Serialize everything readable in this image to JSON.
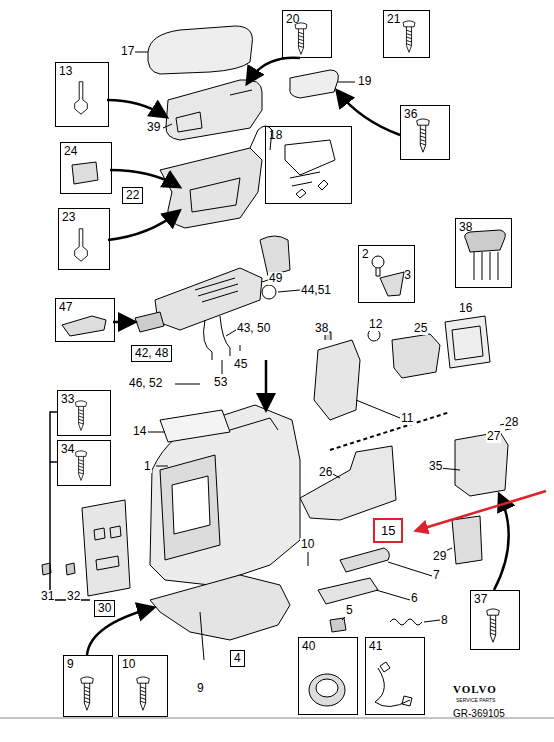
{
  "diagram": {
    "nodes": [
      {
        "text": [
          "20"
        ]
      },
      {
        "text": [
          "21"
        ]
      },
      {
        "text": [
          "13"
        ]
      },
      {
        "text": [
          "36"
        ]
      },
      {
        "text": [
          "24"
        ]
      },
      {
        "text": [
          "18"
        ]
      },
      {
        "text": [
          "22"
        ]
      },
      {
        "text": [
          "23"
        ]
      },
      {
        "text": [
          "2",
          "3"
        ]
      },
      {
        "text": [
          "38"
        ]
      },
      {
        "text": [
          "47"
        ]
      },
      {
        "text": [
          "42, 48"
        ]
      },
      {
        "text": [
          "33"
        ]
      },
      {
        "text": [
          "34"
        ]
      },
      {
        "text": [
          "15"
        ]
      },
      {
        "text": [
          "30"
        ]
      },
      {
        "text": [
          "37"
        ]
      },
      {
        "text": [
          "4"
        ]
      },
      {
        "text": [
          "9"
        ]
      },
      {
        "text": [
          "10"
        ]
      },
      {
        "text": [
          "40"
        ]
      },
      {
        "text": [
          "41"
        ]
      }
    ],
    "labels": [
      "17",
      "39",
      "19",
      "49",
      "44,51",
      "43, 50",
      "45",
      "46, 52",
      "53",
      "38",
      "12",
      "25",
      "16",
      "11",
      "14",
      "1",
      "28",
      "27",
      "35",
      "26",
      "29",
      "10",
      "7",
      "6",
      "5",
      "8",
      "9",
      "31",
      "32",
      "VOLVO",
      "SERVICE PARTS",
      "GR-369105"
    ]
  }
}
